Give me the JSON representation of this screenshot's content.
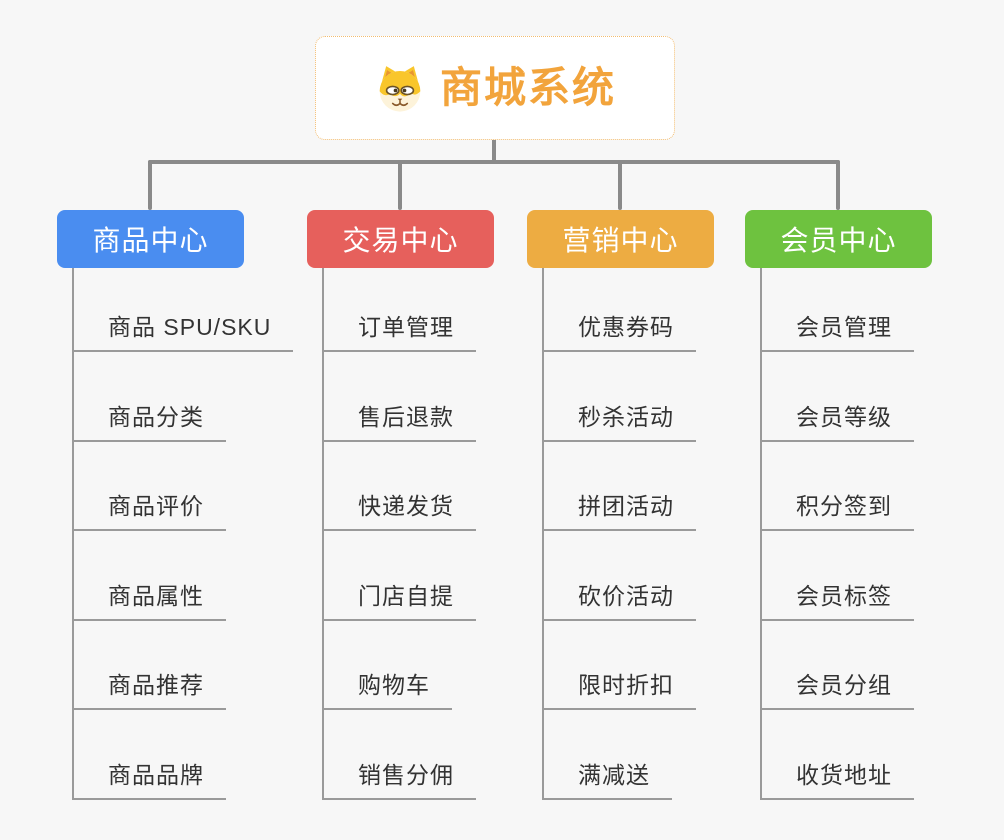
{
  "root": {
    "title": "商城系统",
    "icon": "shiba-dog-face-icon",
    "title_color": "#f2a43c",
    "border_color": "#f2bd72"
  },
  "connector_color": "#8a8a8a",
  "leaf_line_color": "#9a9a9a",
  "background_color": "#f7f7f7",
  "branches": [
    {
      "label": "商品中心",
      "color": "#4a8df0",
      "items": [
        "商品 SPU/SKU",
        "商品分类",
        "商品评价",
        "商品属性",
        "商品推荐",
        "商品品牌"
      ]
    },
    {
      "label": "交易中心",
      "color": "#e6605c",
      "items": [
        "订单管理",
        "售后退款",
        "快递发货",
        "门店自提",
        "购物车",
        "销售分佣"
      ]
    },
    {
      "label": "营销中心",
      "color": "#edac42",
      "items": [
        "优惠券码",
        "秒杀活动",
        "拼团活动",
        "砍价活动",
        "限时折扣",
        "满减送"
      ]
    },
    {
      "label": "会员中心",
      "color": "#6ec23f",
      "items": [
        "会员管理",
        "会员等级",
        "积分签到",
        "会员标签",
        "会员分组",
        "收货地址"
      ]
    }
  ]
}
